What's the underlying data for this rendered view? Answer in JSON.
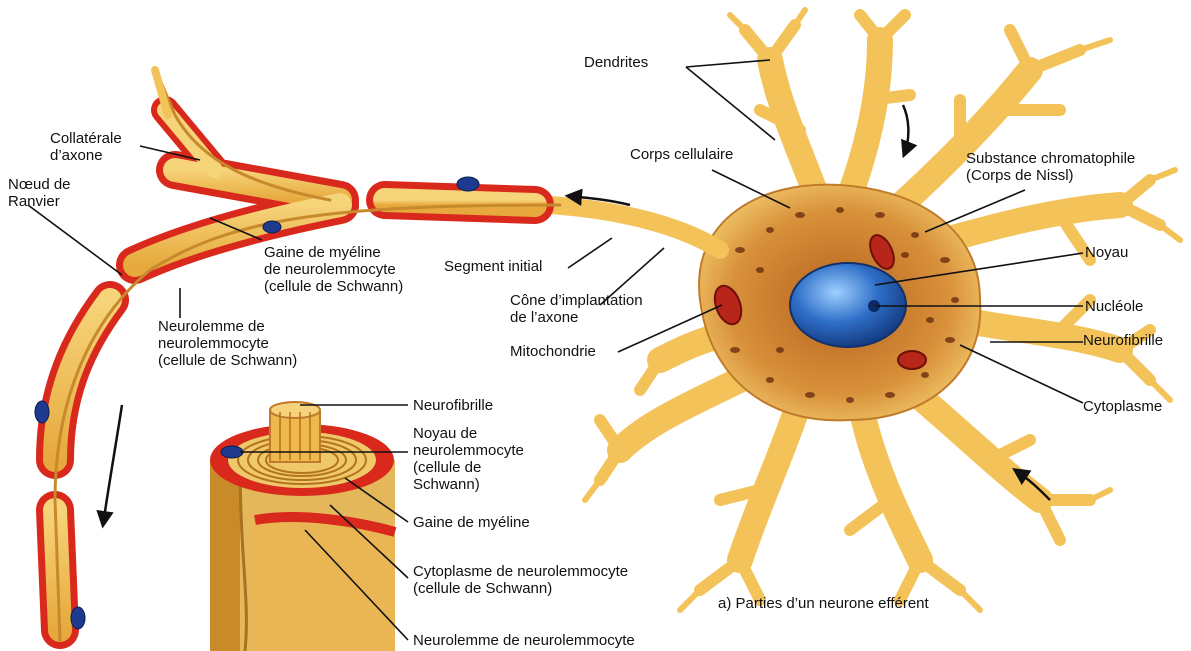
{
  "labels": {
    "dendrites": "Dendrites",
    "collaterale_1": "Collatérale",
    "collaterale_2": "d’axone",
    "noeud_1": "Nœud de",
    "noeud_2": "Ranvier",
    "corps_cellulaire": "Corps cellulaire",
    "substance_1": "Substance chromatophile",
    "substance_2": "(Corps de Nissl)",
    "noyau": "Noyau",
    "gaine_1": "Gaine de myéline",
    "gaine_2": "de neurolemmocyte",
    "gaine_3": "(cellule de Schwann)",
    "segment_initial": "Segment initial",
    "cone_1": "Cône d’implantation",
    "cone_2": "de l’axone",
    "nucleole": "Nucléole",
    "neurolemme_1": "Neurolemme de",
    "neurolemme_2": "neurolemmocyte",
    "neurolemme_3": "(cellule de Schwann)",
    "mitochondrie": "Mitochondrie",
    "neurofibrille_right": "Neurofibrille",
    "cytoplasme": "Cytoplasme",
    "neurofibrille_inset": "Neurofibrille",
    "noyau_neuro_1": "Noyau de",
    "noyau_neuro_2": "neurolemmocyte",
    "noyau_neuro_3": "(cellule de",
    "noyau_neuro_4": "Schwann)",
    "gaine_myeline": "Gaine de myéline",
    "cytoplasme_neuro_1": "Cytoplasme de neurolemmocyte",
    "cytoplasme_neuro_2": "(cellule de Schwann)",
    "neurolemme_neuro": "Neurolemme de neurolemmocyte"
  },
  "caption": "a) Parties d’un neurone efférent",
  "colors": {
    "myelin_outer": "#d8291c",
    "myelin_inner": "#f2c95a",
    "dendrite": "#f3c35a",
    "dendrite_edge": "#d99a2a",
    "soma": "#cf7f2b",
    "nucleus": "#2f6fc8",
    "schwann_nucleus": "#1d3a8f",
    "leader": "#111111"
  }
}
